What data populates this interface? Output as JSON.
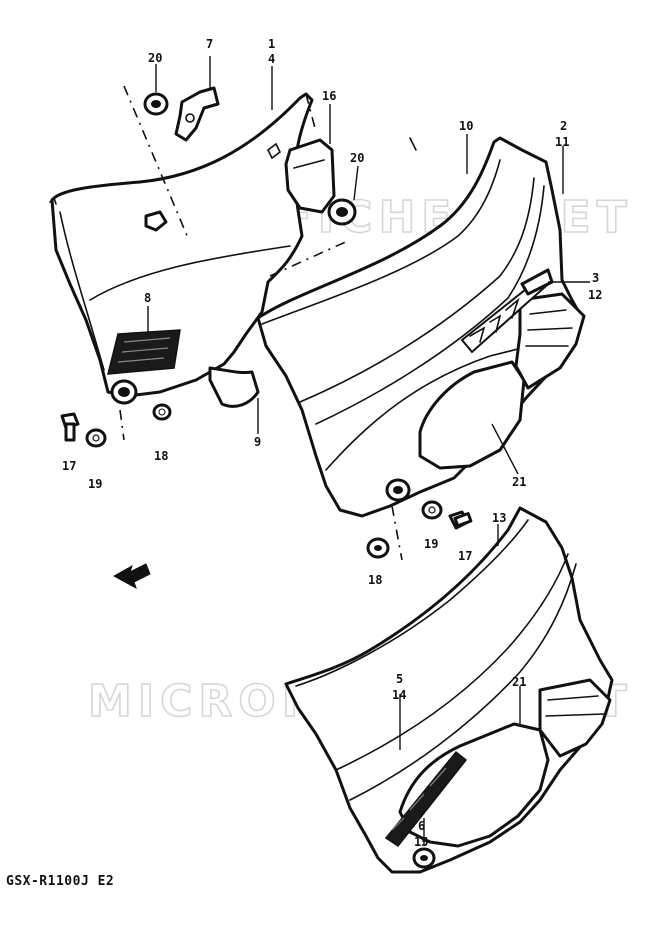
{
  "diagram": {
    "caption": "GSX-R1100J E2",
    "watermark": "MICROFICHES.NET",
    "callouts": {
      "c1": "1",
      "c4": "4",
      "c7": "7",
      "c20a": "20",
      "c16": "16",
      "c20b": "20",
      "c10": "10",
      "c2": "2",
      "c11": "11",
      "c3": "3",
      "c12": "12",
      "c8": "8",
      "c9": "9",
      "c17a": "17",
      "c19a": "19",
      "c18a": "18",
      "c21a": "21",
      "c19b": "19",
      "c17b": "17",
      "c13": "13",
      "c18b": "18",
      "c5": "5",
      "c14": "14",
      "c21b": "21",
      "c6": "6",
      "c15": "15"
    }
  }
}
